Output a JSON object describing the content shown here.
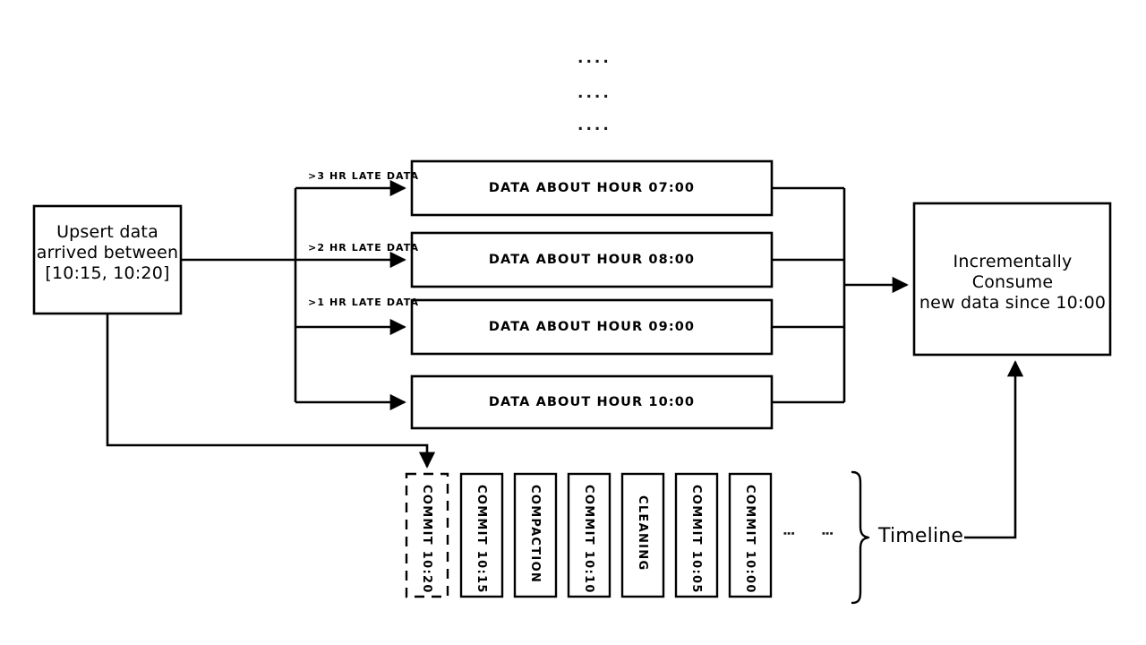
{
  "diagram": {
    "title": "Hudi incremental ingestion and timeline diagram",
    "background_color": "#ffffff",
    "stroke_color": "#000000",
    "top_ellipses": [
      "....",
      "....",
      "...."
    ],
    "source_box": {
      "label": "Upsert data\narrived between\n[10:15, 10:20]"
    },
    "edge_labels": [
      ">3 HR LATE DATA",
      ">2 HR LATE DATA",
      ">1 HR LATE DATA"
    ],
    "hour_boxes": [
      {
        "label": "DATA ABOUT HOUR 07:00"
      },
      {
        "label": "DATA ABOUT HOUR 08:00"
      },
      {
        "label": "DATA ABOUT HOUR 09:00"
      },
      {
        "label": "DATA ABOUT HOUR 10:00"
      }
    ],
    "consume_box": {
      "label": "Incrementally Consume\nnew data since 10:00"
    },
    "timeline": {
      "brace_label": "Timeline",
      "ellipsis_columns": [
        "⋮",
        "⋮"
      ],
      "commits": [
        {
          "label": "COMMIT 10:20",
          "style": "dashed"
        },
        {
          "label": "COMMIT 10:15",
          "style": "solid"
        },
        {
          "label": "COMPACTION",
          "style": "solid"
        },
        {
          "label": "COMMIT 10:10",
          "style": "solid"
        },
        {
          "label": "CLEANING",
          "style": "solid"
        },
        {
          "label": "COMMIT 10:05",
          "style": "solid"
        },
        {
          "label": "COMMIT 10:00",
          "style": "solid"
        }
      ]
    }
  }
}
